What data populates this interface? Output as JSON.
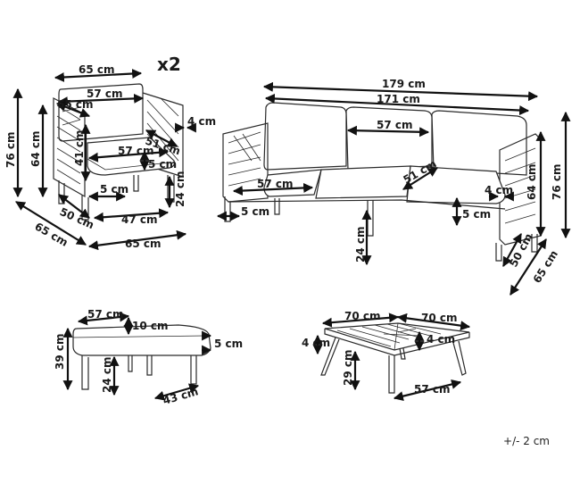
{
  "quantity_badge": "x2",
  "tolerance": "+/- 2 cm",
  "armchair": {
    "width_outer": "65 cm",
    "width_back": "57 cm",
    "arm_depth": "65 cm",
    "arm_width": "4 cm",
    "total_height": "76 cm",
    "arm_height": "64 cm",
    "back_height": "41 cm",
    "seat_width": "57 cm",
    "seat_depth": "51 cm",
    "cushion_thickness": "5 cm",
    "leg_gap": "5 cm",
    "leg_height": "24 cm",
    "seat_inner_depth": "50 cm",
    "base_depth": "47 cm",
    "depth": "65 cm",
    "base_width": "65 cm"
  },
  "sofa": {
    "total_width": "179 cm",
    "back_width": "171 cm",
    "back_cushion": "57 cm",
    "seat_cushion": "57 cm",
    "seat_depth": "51 cm",
    "arm_width": "4 cm",
    "cushion_thickness": "5 cm",
    "leg_gap": "5 cm",
    "leg_height": "24 cm",
    "arm_height": "64 cm",
    "total_height": "76 cm",
    "seat_inner_depth": "50 cm",
    "depth": "65 cm"
  },
  "ottoman": {
    "cushion_width": "57 cm",
    "cushion_thickness": "10 cm",
    "gap": "5 cm",
    "height": "39 cm",
    "leg_height": "24 cm",
    "base_width": "43 cm"
  },
  "table": {
    "top_width_a": "70 cm",
    "top_width_b": "70 cm",
    "top_thickness_left": "4 cm",
    "top_thickness_right": "4 cm",
    "height": "29 cm",
    "base_width": "57 cm"
  }
}
